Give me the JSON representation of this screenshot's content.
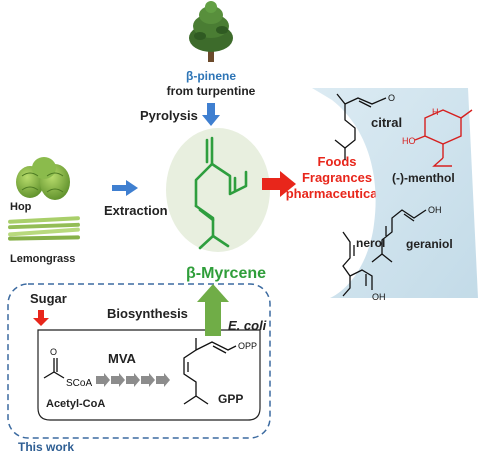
{
  "sources": {
    "pinene_label": "β-pinene",
    "pinene_from": "from turpentine",
    "pyrolysis": "Pyrolysis",
    "hop": "Hop",
    "lemongrass": "Lemongrass",
    "extraction": "Extraction"
  },
  "product": {
    "name": "β-Myrcene"
  },
  "applications": {
    "line1": "Foods",
    "line2": "Fragrances",
    "line3": "pharmaceuticals"
  },
  "derivatives": {
    "citral": "citral",
    "menthol": "(-)-menthol",
    "nerol": "nerol",
    "geraniol": "geraniol",
    "ho": "HO",
    "oh": "OH",
    "o": "O",
    "h": "H"
  },
  "biosynthesis": {
    "sugar": "Sugar",
    "biosynthesis": "Biosynthesis",
    "organism": "E. coli",
    "mva": "MVA",
    "scoa": "SCoA",
    "acetyl": "Acetyl-CoA",
    "o": "O",
    "gpp": "GPP",
    "opp": "OPP",
    "this_work": "This work"
  },
  "colors": {
    "blue_label": "#2e75b6",
    "red": "#e8261b",
    "green_text": "#2f9e3a",
    "myrcene_green": "#2e9e3e",
    "menthol_red": "#d6201f",
    "oval_fill": "#e8efdf",
    "dashed_blue": "#3b6aa0",
    "crescent": "#cfe3ee",
    "big_green_arrow": "#70ad47",
    "blue_arrow": "#3f7fd0"
  },
  "icons": [
    "pine-tree-icon",
    "hop-cone-icon",
    "lemongrass-stalks-icon"
  ]
}
